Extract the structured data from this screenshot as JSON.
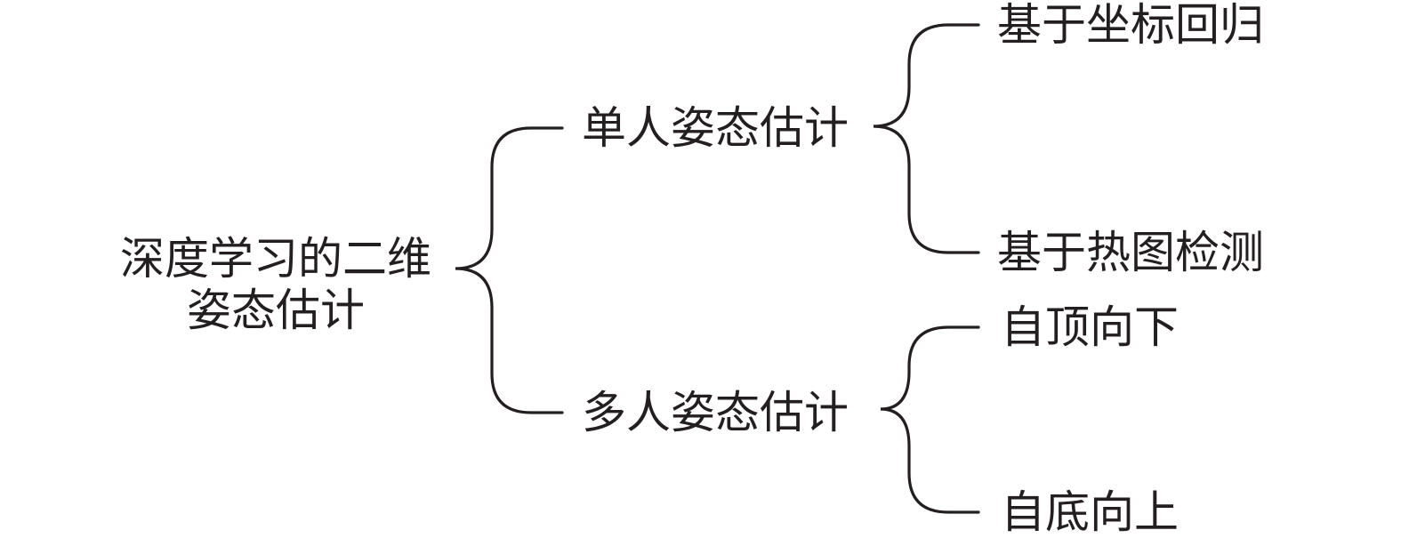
{
  "root": {
    "line1": "深度学习的二维",
    "line2": "姿态估计"
  },
  "branches": [
    {
      "label": "单人姿态估计",
      "children": [
        "基于坐标回归",
        "基于热图检测"
      ]
    },
    {
      "label": "多人姿态估计",
      "children": [
        "自顶向下",
        "自底向上"
      ]
    }
  ],
  "colors": {
    "line": "#231f20",
    "text": "#231f20"
  }
}
